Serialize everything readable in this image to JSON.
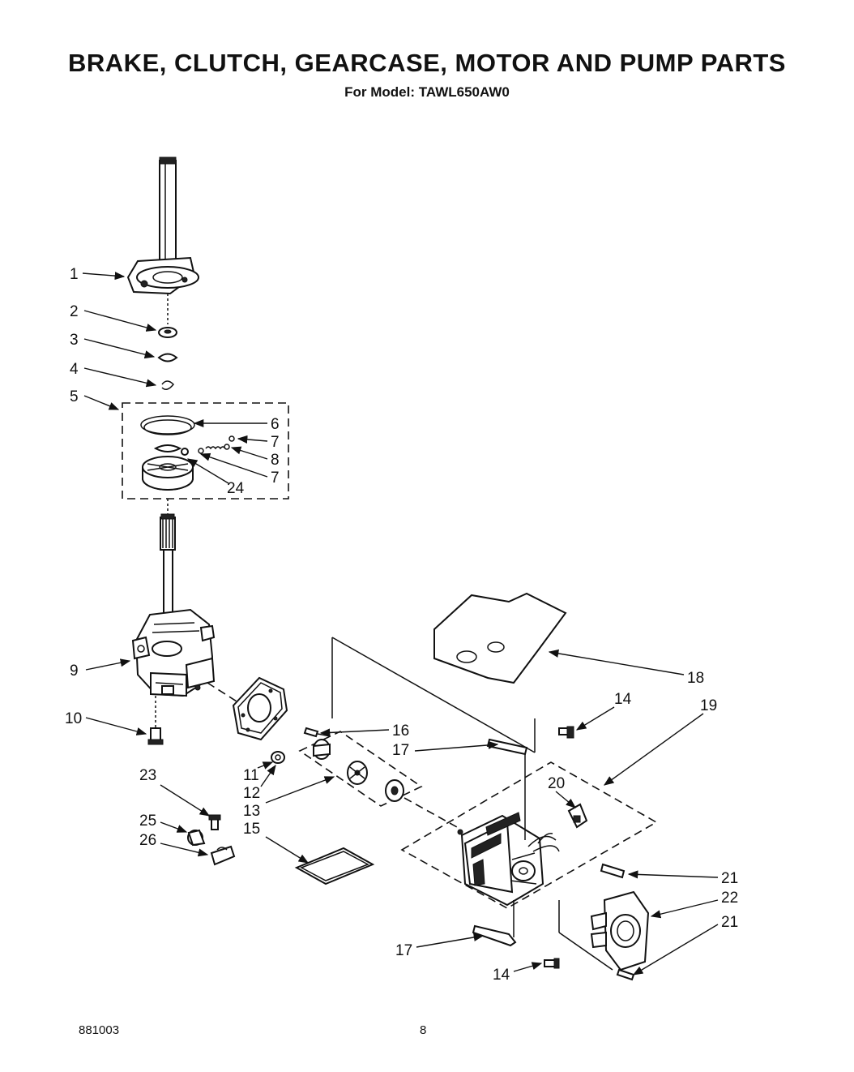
{
  "title": "BRAKE, CLUTCH, GEARCASE, MOTOR AND PUMP PARTS",
  "subtitle": "For Model: TAWL650AW0",
  "footer": {
    "code": "881003",
    "page": "8"
  },
  "callouts": [
    "1",
    "2",
    "3",
    "4",
    "5",
    "6",
    "7",
    "8",
    "7",
    "24",
    "9",
    "10",
    "11",
    "12",
    "13",
    "15",
    "16",
    "17",
    "18",
    "14",
    "19",
    "20",
    "23",
    "25",
    "26",
    "21",
    "22",
    "21",
    "17",
    "14"
  ]
}
